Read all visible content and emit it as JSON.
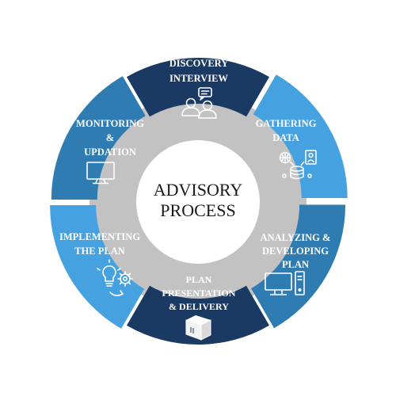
{
  "center": {
    "line1": "ADVISORY",
    "line2": "PROCESS"
  },
  "colors": {
    "navy": "#1b3a63",
    "light_blue": "#45a1df",
    "mid_blue": "#2f7cb3",
    "gray_ring": "#c2c2c2",
    "white": "#ffffff"
  },
  "segments": [
    {
      "label_lines": [
        "DISCOVERY",
        "INTERVIEW"
      ],
      "icon": "people-chat-icon",
      "color": "navy"
    },
    {
      "label_lines": [
        "GATHERING",
        "DATA"
      ],
      "icon": "data-gathering-icon",
      "color": "light_blue"
    },
    {
      "label_lines": [
        "ANALYZING &",
        "DEVELOPING",
        "PLAN"
      ],
      "icon": "computer-tower-icon",
      "color": "mid_blue"
    },
    {
      "label_lines": [
        "PLAN",
        "PRESENTATION",
        "& DELIVERY"
      ],
      "icon": "box-icon",
      "color": "navy"
    },
    {
      "label_lines": [
        "IMPLEMENTING",
        "THE PLAN"
      ],
      "icon": "bulb-gear-icon",
      "color": "light_blue"
    },
    {
      "label_lines": [
        "MONITORING",
        "&",
        "UPDATION"
      ],
      "icon": "monitor-icon",
      "color": "mid_blue"
    }
  ]
}
